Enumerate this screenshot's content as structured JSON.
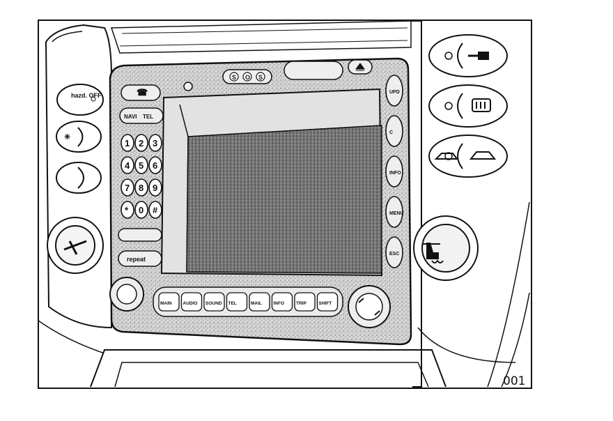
{
  "figure_number": "001",
  "left_panel": {
    "hazard_label": "hazd. OFF"
  },
  "head_unit": {
    "top_buttons": [
      "S",
      "O",
      "S"
    ],
    "eject_icon": "eject-icon",
    "phone_icon": "phone-handset-icon",
    "mode_key_labels": [
      "NAVI",
      "TEL"
    ],
    "keypad": [
      "1",
      "2",
      "3",
      "4",
      "5",
      "6",
      "7",
      "8",
      "9",
      "*",
      "0",
      "#"
    ],
    "repeat_label": "repeat",
    "right_side_buttons": [
      "UPD",
      "C",
      "INFO",
      "MENU",
      "ESC"
    ],
    "function_keys": [
      "MAIN",
      "AUDIO",
      "SOUND",
      "TEL",
      "MAIL",
      "INFO",
      "TRIP",
      "SHIFT"
    ]
  },
  "right_panel": {
    "buttons": [
      "key-icon",
      "rear-defroster-icon",
      "car-icon"
    ],
    "knob_icon": "seat-heater-icon"
  },
  "colors": {
    "ink": "#111111",
    "screen": "#6f6f6f",
    "panel_speckle": "#b9b9b9",
    "paper": "#ffffff"
  }
}
